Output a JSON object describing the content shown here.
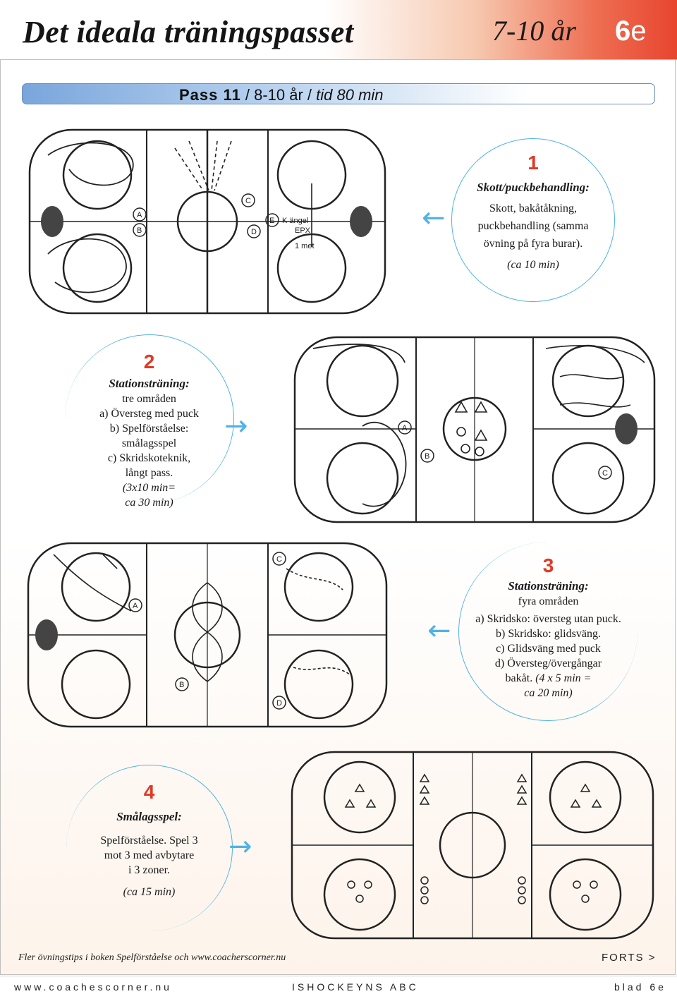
{
  "header": {
    "title": "Det ideala träningspasset",
    "age": "7-10 år",
    "code_number": "6",
    "code_letter": "e"
  },
  "pass": {
    "label": "Pass 11",
    "rest": " / 8-10 år / ",
    "time": "tid 80 min"
  },
  "drills": [
    {
      "number": "1",
      "subtitle": "Skott/puckbehandling:",
      "lines": [
        "Skott, bakåtåkning,",
        "puckbehandling (samma",
        "övning på fyra burar)."
      ],
      "time": "(ca 10 min)"
    },
    {
      "number": "2",
      "subtitle": "Stationsträning:",
      "lines": [
        "tre områden",
        "a) Översteg med puck",
        "b) Spelförståelse:",
        "smålagsspel",
        "c) Skridskoteknik,",
        "långt pass."
      ],
      "time": "(3x10 min=",
      "time2": "ca 30 min)"
    },
    {
      "number": "3",
      "subtitle": "Stationsträning:",
      "lines": [
        "fyra områden",
        "a) Skridsko: översteg utan puck.",
        "b) Skridsko: glidsväng.",
        "c) Glidsväng med puck",
        "d) Översteg/övergångar",
        "bakåt."
      ],
      "time": "(4 x 5 min =",
      "time2": "ca 20 min)"
    },
    {
      "number": "4",
      "subtitle": "Smålagsspel:",
      "lines": [
        "Spelförståelse. Spel 3",
        "mot 3 med avbytare",
        "i 3 zoner."
      ],
      "time": "(ca 15 min)"
    }
  ],
  "rink_labels": {
    "r1": [
      "A",
      "B",
      "C",
      "D",
      "E",
      "K ängel",
      "EPX",
      "1 met"
    ],
    "r2": [
      "A",
      "B",
      "C"
    ],
    "r3": [
      "A",
      "B",
      "C",
      "D"
    ]
  },
  "footer": {
    "note": "Fler övningstips i boken Spelförståelse och www.coacherscorner.nu",
    "forts": "FORTS >",
    "left": "www.coachescorner.nu",
    "center": "ISHOCKEYNS ABC",
    "right": "blad 6e"
  },
  "colors": {
    "accent_red": "#e03a25",
    "accent_blue": "#4fb3e6"
  }
}
